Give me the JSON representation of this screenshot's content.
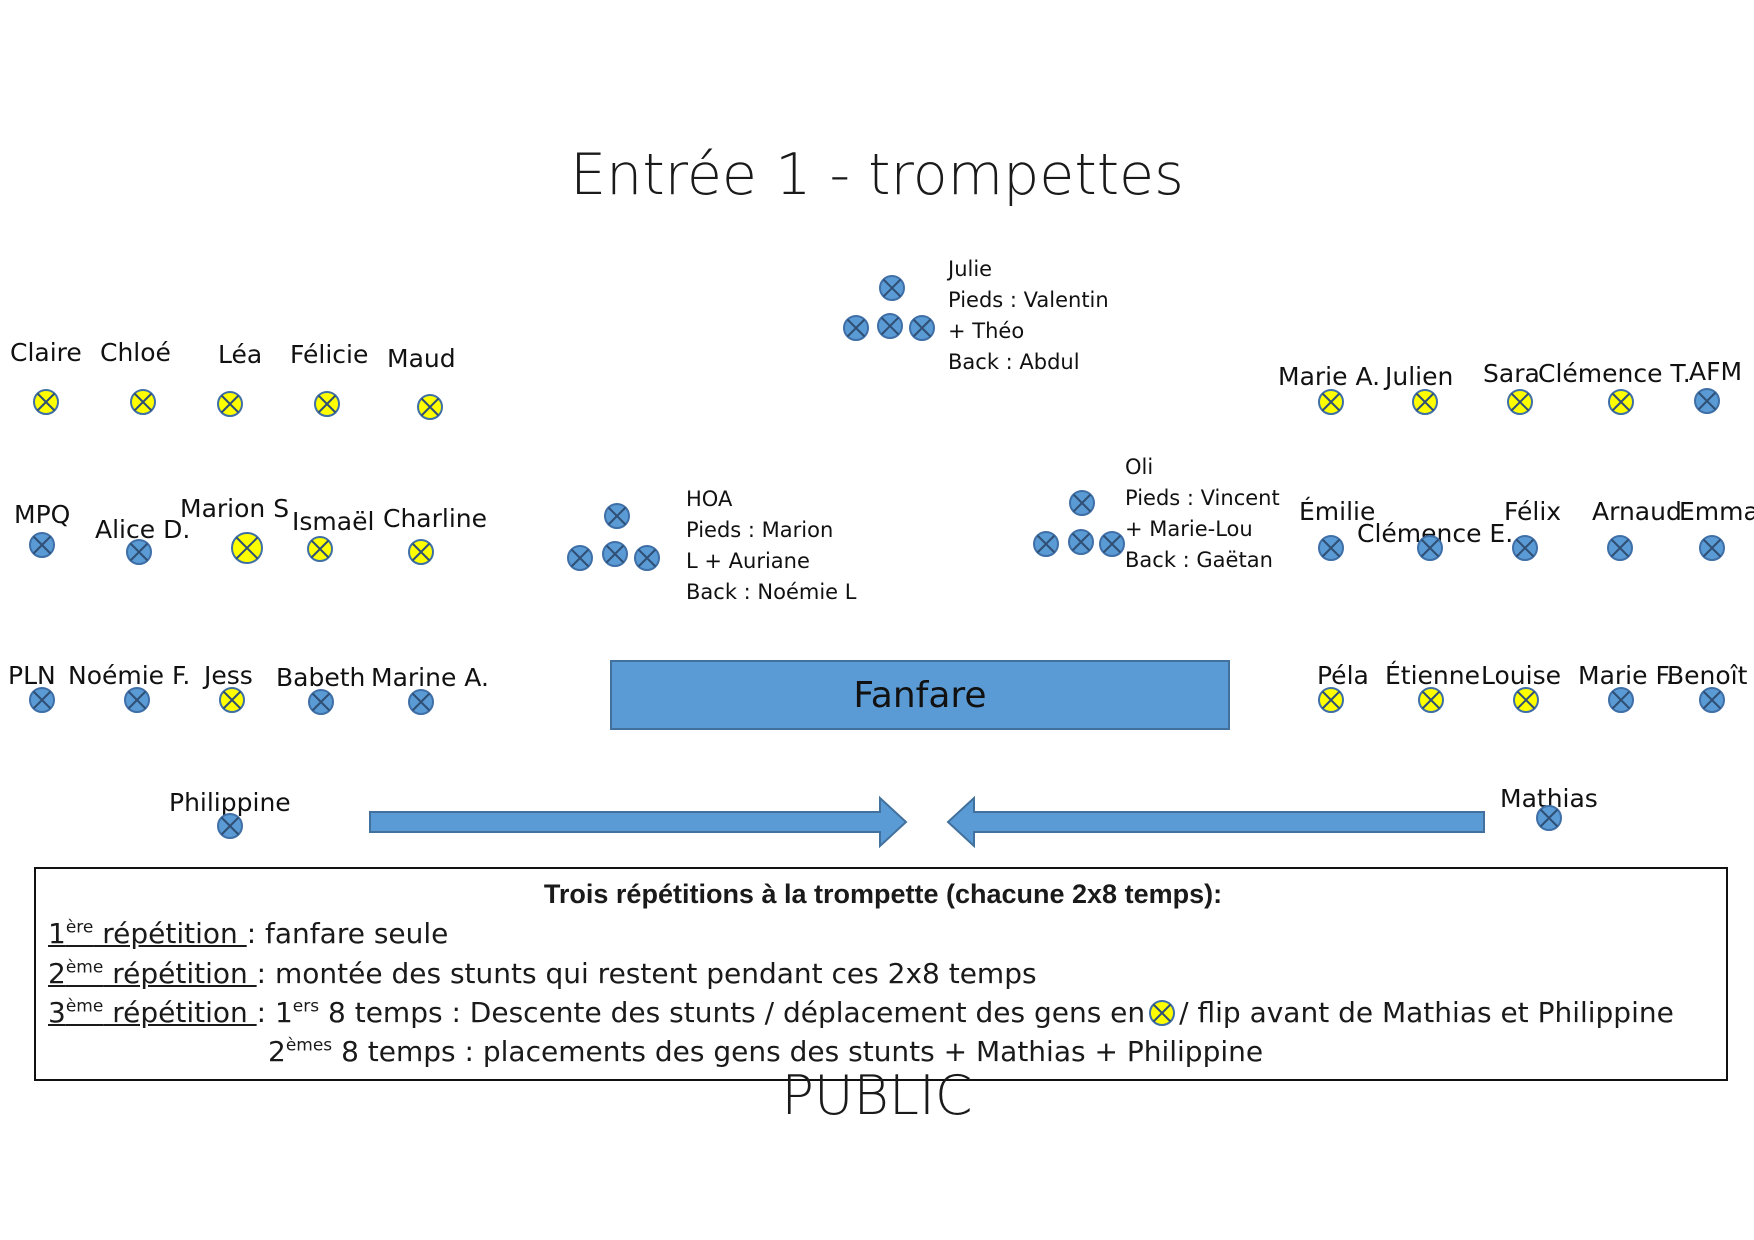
{
  "title": "Entrée 1 - trompettes",
  "people": [
    {
      "id": "claire",
      "name": "Claire",
      "color": "yellow"
    },
    {
      "id": "chloe",
      "name": "Chloé",
      "color": "yellow"
    },
    {
      "id": "lea",
      "name": "Léa",
      "color": "yellow"
    },
    {
      "id": "felicie",
      "name": "Félicie",
      "color": "yellow"
    },
    {
      "id": "maud",
      "name": "Maud",
      "color": "yellow"
    },
    {
      "id": "mpq",
      "name": "MPQ",
      "color": "blue"
    },
    {
      "id": "alice",
      "name": "Alice D.",
      "color": "blue"
    },
    {
      "id": "marion",
      "name": "Marion S",
      "color": "yellow"
    },
    {
      "id": "ismael",
      "name": "Ismaël",
      "color": "yellow"
    },
    {
      "id": "charline",
      "name": "Charline",
      "color": "yellow"
    },
    {
      "id": "pln",
      "name": "PLN",
      "color": "blue"
    },
    {
      "id": "noemie",
      "name": "Noémie F.",
      "color": "blue"
    },
    {
      "id": "jess",
      "name": "Jess",
      "color": "yellow"
    },
    {
      "id": "babeth",
      "name": "Babeth",
      "color": "blue"
    },
    {
      "id": "marine",
      "name": "Marine A.",
      "color": "blue"
    },
    {
      "id": "philippine",
      "name": "Philippine",
      "color": "blue"
    },
    {
      "id": "mariea",
      "name": "Marie A.",
      "color": "yellow"
    },
    {
      "id": "julien",
      "name": "Julien",
      "color": "yellow"
    },
    {
      "id": "sara",
      "name": "Sara",
      "color": "yellow"
    },
    {
      "id": "clemencet",
      "name": "Clémence T.",
      "color": "yellow"
    },
    {
      "id": "afm",
      "name": "AFM",
      "color": "blue"
    },
    {
      "id": "emilie",
      "name": "Émilie",
      "color": "blue"
    },
    {
      "id": "clemencee",
      "name": "Clémence E.",
      "color": "blue"
    },
    {
      "id": "felix",
      "name": "Félix",
      "color": "blue"
    },
    {
      "id": "arnaud",
      "name": "Arnaud",
      "color": "blue"
    },
    {
      "id": "emma",
      "name": "Emma",
      "color": "blue"
    },
    {
      "id": "pela",
      "name": "Péla",
      "color": "yellow"
    },
    {
      "id": "etienne",
      "name": "Étienne",
      "color": "yellow"
    },
    {
      "id": "louise",
      "name": "Louise",
      "color": "yellow"
    },
    {
      "id": "marief",
      "name": "Marie F.",
      "color": "blue"
    },
    {
      "id": "benoit",
      "name": "Benoît",
      "color": "blue"
    },
    {
      "id": "mathias",
      "name": "Mathias",
      "color": "blue"
    }
  ],
  "stunts": [
    {
      "id": "julie",
      "lines": [
        "Julie",
        "Pieds : Valentin",
        "+ Théo",
        "Back : Abdul"
      ]
    },
    {
      "id": "hoa",
      "lines": [
        "HOA",
        "Pieds : Marion",
        "L + Auriane",
        "Back : Noémie L"
      ]
    },
    {
      "id": "oli",
      "lines": [
        "Oli",
        "Pieds : Vincent",
        "+ Marie-Lou",
        "Back : Gaëtan"
      ]
    }
  ],
  "fanfare_label": "Fanfare",
  "info": {
    "heading": "Trois répétitions à la trompette (chacune 2x8 temps):",
    "r1_num": "1",
    "r1_sup": "ère",
    "r1_word": " répétition ",
    "r1_text": ": fanfare seule",
    "r2_num": "2",
    "r2_sup": "ème",
    "r2_word": " répétition ",
    "r2_text": ": montée des stunts qui restent pendant ces 2x8 temps",
    "r3_num": "3",
    "r3_sup": "ème",
    "r3_word": " répétition ",
    "r3_pre": ": 1",
    "r3_sup2": "ers",
    "r3_text_a": " 8 temps : Descente des stunts / déplacement des gens en",
    "r3_text_b": "/ flip avant de Mathias et Philippine",
    "r4_num": "2",
    "r4_sup": "èmes",
    "r4_text": " 8 temps : placements des gens des stunts + Mathias + Philippine"
  },
  "public_label": "PUBLIC",
  "colors": {
    "blue": "#5b9bd5",
    "yellow": "#ffff00",
    "outline": "#3f6fa7"
  }
}
